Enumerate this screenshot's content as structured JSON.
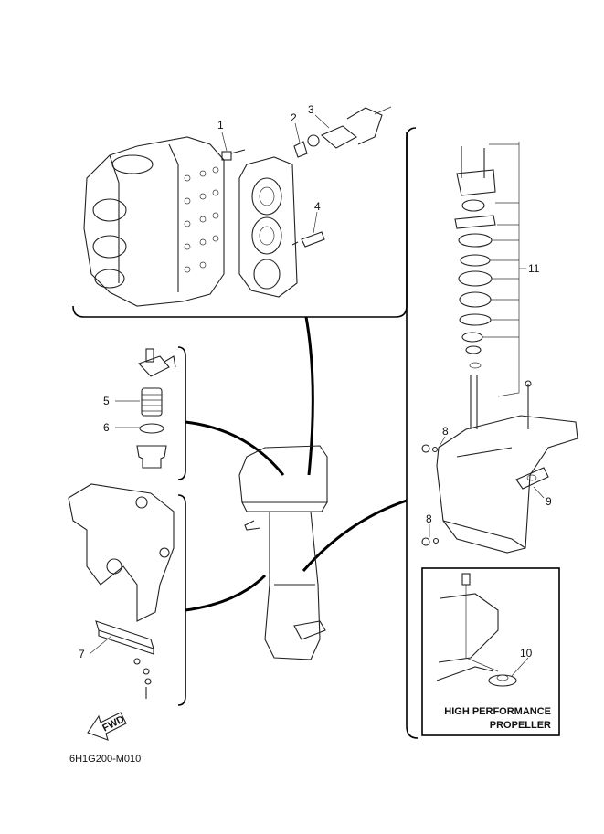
{
  "callouts": {
    "c1": "1",
    "c2": "2",
    "c3": "3",
    "c4": "4",
    "c5": "5",
    "c6": "6",
    "c7": "7",
    "c8a": "8",
    "c8b": "8",
    "c9": "9",
    "c10": "10",
    "c11": "11"
  },
  "inset": {
    "line1": "HIGH PERFORMANCE",
    "line2": "PROPELLER"
  },
  "fwd_label": "FWD",
  "diagram_code": "6H1G200-M010"
}
